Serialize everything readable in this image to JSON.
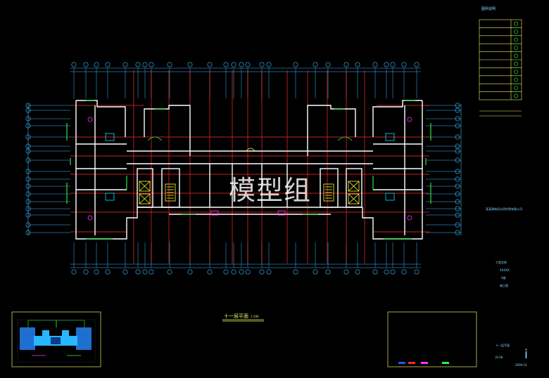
{
  "drawing": {
    "title": "十一层平面",
    "scale": "1:100",
    "watermark": "模型组",
    "legend_title": "图例说明",
    "legend_rows": 10,
    "company": "某某建筑设计研究院有限公司",
    "info_line_1": "工程名称",
    "info_line_2": "XXXXX",
    "info_line_3": "A座",
    "info_line_4": "施工图",
    "sheet_name": "十一层平面",
    "sheet_no": "JS-08",
    "date": "2009.10",
    "sheet_badge": "i"
  },
  "colors": {
    "background": "#000000",
    "axis": "#3fb8ff",
    "wall": "#ffffff",
    "red": "#ff2a2a",
    "green": "#22ff44",
    "yellow": "#ffff33",
    "magenta": "#ff33ff",
    "cyan": "#00e5ff",
    "frame": "#f0f060"
  }
}
